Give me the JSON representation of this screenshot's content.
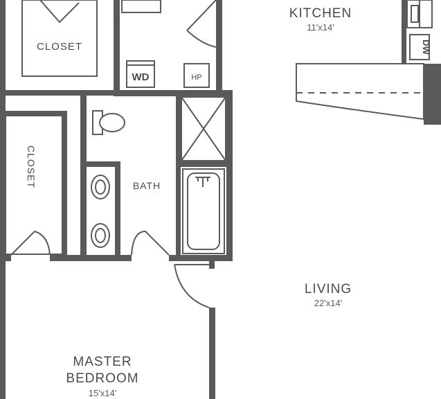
{
  "rooms": {
    "kitchen": {
      "name": "KITCHEN",
      "dimensions": "11'x14'"
    },
    "living": {
      "name": "LIVING",
      "dimensions": "22'x14'"
    },
    "master_bedroom": {
      "name_line1": "MASTER",
      "name_line2": "BEDROOM",
      "dimensions": "15'x14'"
    },
    "bath": {
      "name": "BATH"
    },
    "closet_top": {
      "name": "CLOSET"
    },
    "closet_left": {
      "name": "CLOSET"
    }
  },
  "appliances": {
    "washer_dryer": "WD",
    "heat_pump": "HP",
    "dishwasher": "DW"
  },
  "colors": {
    "wall": "#5a5a5c",
    "text": "#4a4a4c",
    "background": "#ffffff"
  }
}
